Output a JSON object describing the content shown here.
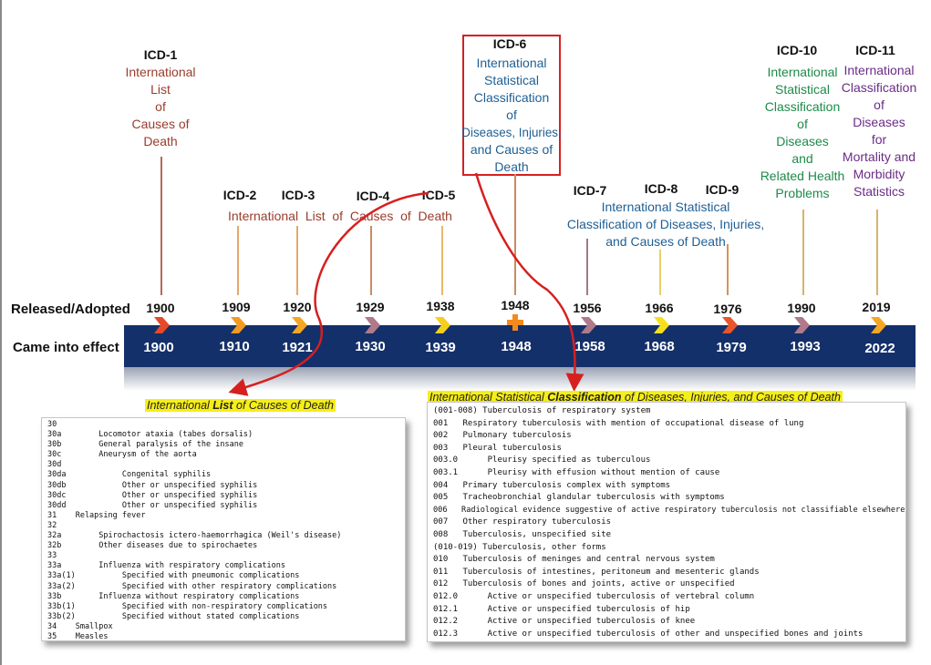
{
  "row_labels": {
    "released": "Released/Adopted",
    "effect": "Came into effect"
  },
  "versions": {
    "icd1": "ICD-1",
    "icd2": "ICD-2",
    "icd3": "ICD-3",
    "icd4": "ICD-4",
    "icd5": "ICD-5",
    "icd6": "ICD-6",
    "icd7": "ICD-7",
    "icd8": "ICD-8",
    "icd9": "ICD-9",
    "icd10": "ICD-10",
    "icd11": "ICD-11"
  },
  "titles": {
    "icd1": [
      "International",
      "List",
      "of",
      "Causes of",
      "Death"
    ],
    "icd2_5": "International  List  of  Causes  of  Death",
    "icd6": [
      "International",
      "Statistical",
      "Classification",
      "of",
      "Diseases, Injuries,",
      "and Causes of",
      "Death"
    ],
    "icd7_9": [
      "International Statistical",
      "Classification of Diseases, Injuries,",
      "and Causes of Death"
    ],
    "icd10": [
      "International",
      "Statistical",
      "Classification",
      "of",
      "Diseases",
      "and",
      "Related Health",
      "Problems"
    ],
    "icd11": [
      "International",
      "Classification",
      "of",
      "Diseases",
      "for",
      "Mortality and",
      "Morbidity",
      "Statistics"
    ]
  },
  "released_years": [
    "1900",
    "1909",
    "1920",
    "1929",
    "1938",
    "1948",
    "1956",
    "1966",
    "1976",
    "1990",
    "2019"
  ],
  "effect_years": [
    "1900",
    "1910",
    "1921",
    "1930",
    "1939",
    "1948",
    "1958",
    "1968",
    "1979",
    "1993",
    "2022"
  ],
  "colors": {
    "band": "#14306a",
    "highlight": "#f6ee18",
    "callout_red": "#d62020"
  },
  "list_panel": {
    "caption_pre": "International ",
    "caption_bold": "List",
    "caption_post": " of Causes of Death",
    "lines": [
      "30",
      "30a        Locomotor ataxia (tabes dorsalis)",
      "30b        General paralysis of the insane",
      "30c        Aneurysm of the aorta",
      "30d",
      "30da            Congenital syphilis",
      "30db            Other or unspecified syphilis",
      "30dc            Other or unspecified syphilis",
      "30dd            Other or unspecified syphilis",
      "31    Relapsing fever",
      "32",
      "32a        Spirochactosis ictero-haemorrhagica (Weil's disease)",
      "32b        Other diseases due to spirochaetes",
      "33",
      "33a        Influenza with respiratory complications",
      "33a(1)          Specified with pneumonic complications",
      "33a(2)          Specified with other respiratory complications",
      "33b        Influenza without respiratory complications",
      "33b(1)          Specified with non-respiratory complications",
      "33b(2)          Specified without stated complications",
      "34    Smallpox",
      "35    Measles"
    ]
  },
  "class_panel": {
    "caption_pre": "International Statistical ",
    "caption_bold": "Classification",
    "caption_post": " of Diseases, Injuries, and Causes of Death",
    "lines": [
      "(001-008) Tuberculosis of respiratory system",
      "001   Respiratory tuberculosis with mention of occupational disease of lung",
      "002   Pulmonary tuberculosis",
      "003   Pleural tuberculosis",
      "003.0      Pleurisy specified as tuberculous",
      "003.1      Pleurisy with effusion without mention of cause",
      "004   Primary tuberculosis complex with symptoms",
      "005   Tracheobronchial glandular tuberculosis with symptoms",
      "006   Radiological evidence suggestive of active respiratory tuberculosis not classifiable elsewhere",
      "007   Other respiratory tuberculosis",
      "008   Tuberculosis, unspecified site",
      "(010-019) Tuberculosis, other forms",
      "010   Tuberculosis of meninges and central nervous system",
      "011   Tuberculosis of intestines, peritoneum and mesenteric glands",
      "012   Tuberculosis of bones and joints, active or unspecified",
      "012.0      Active or unspecified tuberculosis of vertebral column",
      "012.1      Active or unspecified tuberculosis of hip",
      "012.2      Active or unspecified tuberculosis of knee",
      "012.3      Active or unspecified tuberculosis of other and unspecified bones and joints"
    ]
  }
}
